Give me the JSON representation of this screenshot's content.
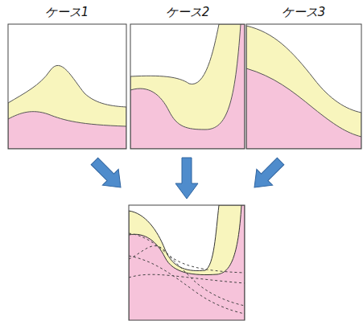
{
  "diagram": {
    "labels": [
      "ケース1",
      "ケース2",
      "ケース3"
    ]
  }
}
